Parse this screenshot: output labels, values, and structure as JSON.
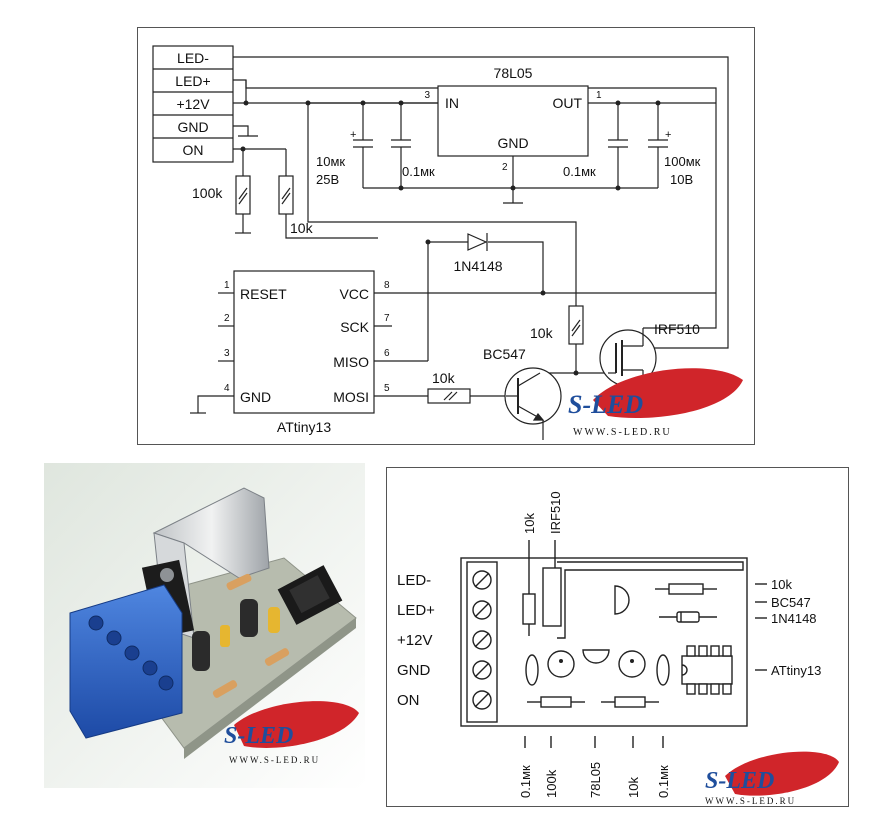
{
  "schematic": {
    "terminals": [
      "LED-",
      "LED+",
      "+12V",
      "GND",
      "ON"
    ],
    "regulator": {
      "name": "78L05",
      "in": "IN",
      "out": "OUT",
      "gnd": "GND",
      "pin_in": "3",
      "pin_out": "1",
      "pin_gnd": "2"
    },
    "c1": {
      "value": "10мк",
      "voltage": "25В"
    },
    "c2": "0.1мк",
    "c3": "0.1мк",
    "c4": {
      "value": "100мк",
      "voltage": "10В"
    },
    "r1": "100k",
    "r2": "10k",
    "r3": "10k",
    "r4": "10k",
    "diode": "1N4148",
    "mosfet": "IRF510",
    "transistor": "BC547",
    "plus": "+",
    "mcu": {
      "name": "ATtiny13",
      "pins_left": [
        {
          "num": "1",
          "label": "RESET"
        },
        {
          "num": "2",
          "label": ""
        },
        {
          "num": "3",
          "label": ""
        },
        {
          "num": "4",
          "label": "GND"
        }
      ],
      "pins_right": [
        {
          "num": "8",
          "label": "VCC"
        },
        {
          "num": "7",
          "label": "SCK"
        },
        {
          "num": "6",
          "label": "MISO"
        },
        {
          "num": "5",
          "label": "MOSI"
        }
      ]
    }
  },
  "layout": {
    "terminals": [
      "LED-",
      "LED+",
      "+12V",
      "GND",
      "ON"
    ],
    "top_labels": [
      "10k",
      "IRF510"
    ],
    "right_labels": [
      "10k",
      "BC547",
      "1N4148",
      "ATtiny13"
    ],
    "bottom_labels": [
      "0.1мк",
      "100k",
      "78L05",
      "10k",
      "0.1мк"
    ]
  },
  "logo": {
    "brand": "S-LED",
    "url": "WWW.S-LED.RU"
  },
  "colors": {
    "logo_red": "#d0252a",
    "logo_blue": "#1f4e9c",
    "terminal_blue": "#2a63c8",
    "pcb": "#b7bcae"
  }
}
